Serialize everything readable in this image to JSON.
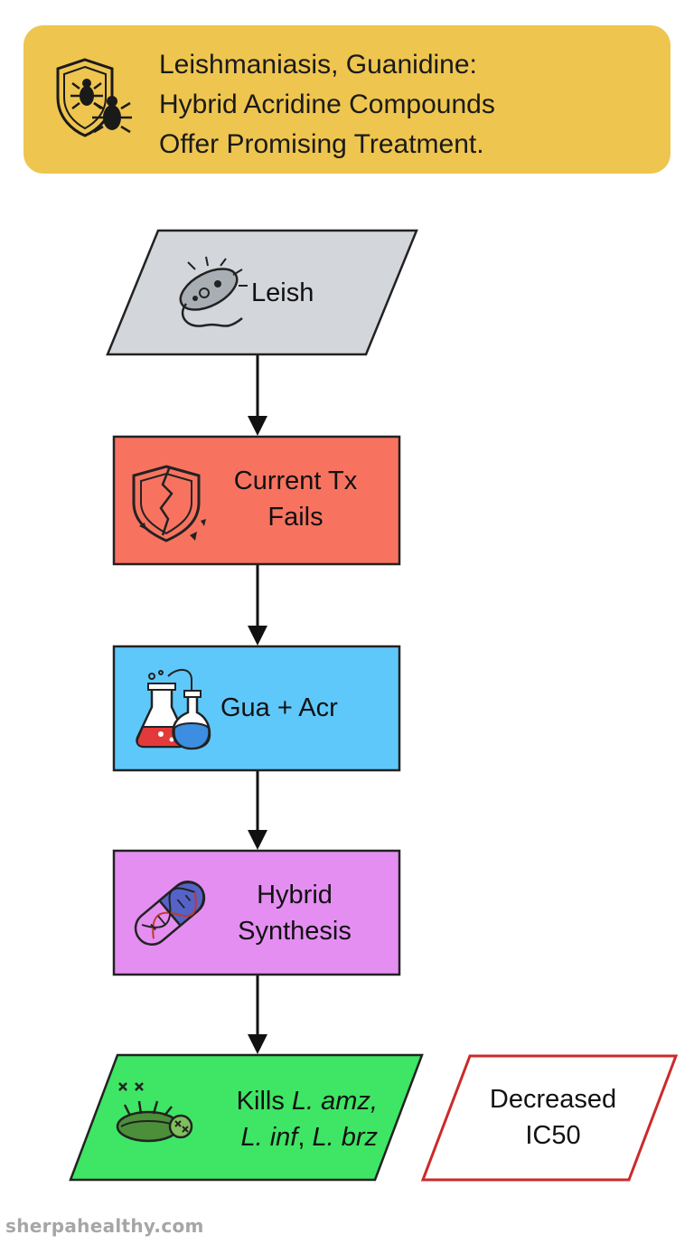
{
  "header": {
    "lines": [
      "Leishmaniasis, Guanidine:",
      "Hybrid Acridine Compounds",
      "Offer Promising Treatment."
    ]
  },
  "nodes": {
    "leish": {
      "label": "Leish",
      "fill": "#d3d6da"
    },
    "current_tx": {
      "lines": [
        "Current Tx",
        "Fails"
      ],
      "fill": "#f77360"
    },
    "gua_acr": {
      "label": "Gua + Acr",
      "fill": "#5fc8fa"
    },
    "hybrid": {
      "lines": [
        "Hybrid",
        "Synthesis"
      ],
      "fill": "#e58ef2"
    },
    "kills": {
      "line1": {
        "plain": "Kills ",
        "italic": "L. amz,"
      },
      "line2": {
        "italic1": "L. inf",
        "plain": ", ",
        "italic2": "L. brz"
      },
      "fill": "#3fe564"
    },
    "ic50": {
      "lines": [
        "Decreased",
        "IC50"
      ],
      "border": "#cc2a2a"
    }
  },
  "watermark": "sherpahealthy.com"
}
